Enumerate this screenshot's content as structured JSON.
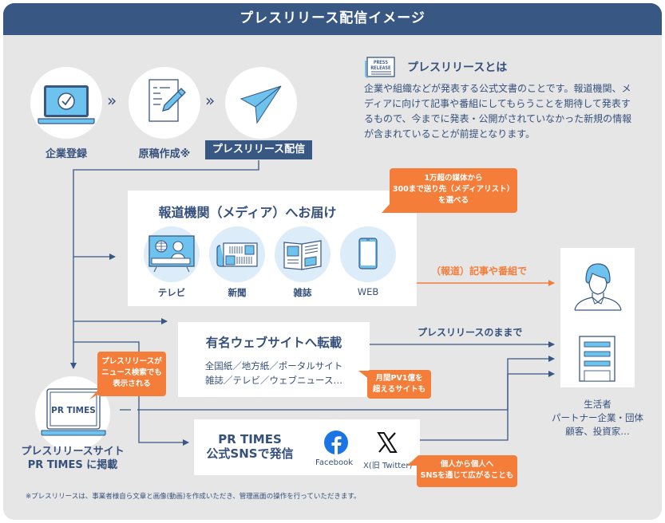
{
  "title": "プレスリリース配信イメージ",
  "steps": [
    {
      "label": "企業登録",
      "icon": "laptop-check-icon"
    },
    {
      "label": "原稿作成※",
      "icon": "document-pen-icon"
    },
    {
      "label": "プレスリリース配信",
      "icon": "paper-plane-icon"
    }
  ],
  "about": {
    "icon": "press-release-icon",
    "icon_text_1": "PRESS",
    "icon_text_2": "RELEASE",
    "title": "プレスリリースとは",
    "lines": [
      "企業や組織などが発表する公式文書のことです。報道機関、メ",
      "ディアに向けて記事や番組にしてもらうことを期待して発表す",
      "るもので、今までに発表・公開がされていなかった新規の情報",
      "が含まれていることが前提となります。"
    ]
  },
  "media": {
    "title": "報道機関（メディア）へお届け",
    "items": [
      {
        "label": "テレビ",
        "icon": "tv-icon"
      },
      {
        "label": "新聞",
        "icon": "newspaper-icon"
      },
      {
        "label": "雑誌",
        "icon": "magazine-icon"
      },
      {
        "label": "WEB",
        "icon": "smartphone-icon"
      }
    ],
    "callout": [
      "1万超の媒体から",
      "300まで送り先（メディアリスト）",
      "を選べる"
    ]
  },
  "flows": {
    "media_to_audience": "（報道）記事や番組で",
    "web_to_audience": "プレスリリースのままで"
  },
  "websites": {
    "title": "有名ウェブサイトへ転載",
    "lines": [
      "全国紙／地方紙／ポータルサイト",
      "雑誌／テレビ／ウェブニュース…"
    ],
    "callout": [
      "月間PV1億を",
      "超えるサイトも"
    ]
  },
  "prtimes": {
    "logo": "PR TIMES",
    "caption": [
      "プレスリリースサイト",
      "PR TIMES に掲載"
    ],
    "callout": [
      "プレスリリースが",
      "ニュース検索でも",
      "表示される"
    ]
  },
  "sns": {
    "title": [
      "PR TIMES",
      "公式SNSで発信"
    ],
    "facebook": "Facebook",
    "x": "X(旧 Twitter)",
    "callout": [
      "個人から個人へ",
      "SNSを通じて広がることも"
    ]
  },
  "audience": {
    "lines": [
      "生活者",
      "パートナー企業・団体",
      "顧客、投資家…"
    ]
  },
  "footnote": "※プレスリリースは、事業者様自ら文章と画像(動画)を作成いただき、管理画面の操作を行っていただきます。",
  "colors": {
    "navy": "#385783",
    "text": "#35507b",
    "orange": "#f47d3a",
    "lightblue": "#6ec3ee",
    "bg": "#e6e6e6"
  }
}
